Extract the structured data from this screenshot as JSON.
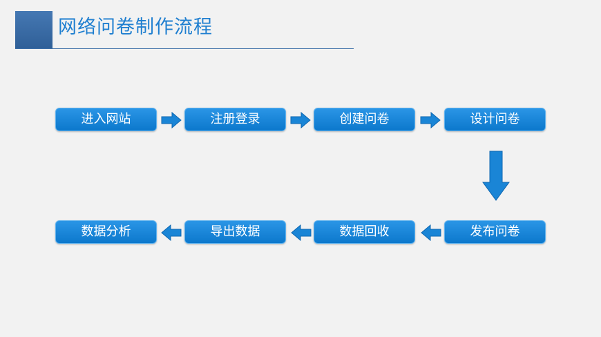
{
  "title": "网络问卷制作流程",
  "steps": [
    {
      "id": "enter-site",
      "label": "进入网站"
    },
    {
      "id": "register-login",
      "label": "注册登录"
    },
    {
      "id": "create-survey",
      "label": "创建问卷"
    },
    {
      "id": "design-survey",
      "label": "设计问卷"
    },
    {
      "id": "publish-survey",
      "label": "发布问卷"
    },
    {
      "id": "collect-data",
      "label": "数据回收"
    },
    {
      "id": "export-data",
      "label": "导出数据"
    },
    {
      "id": "analyze-data",
      "label": "数据分析"
    }
  ],
  "colors": {
    "accent": "#1f7fd0",
    "box_fill": "#1485d8",
    "arrow_fill": "#1a85d6",
    "header_block": "#3d6fa8"
  }
}
